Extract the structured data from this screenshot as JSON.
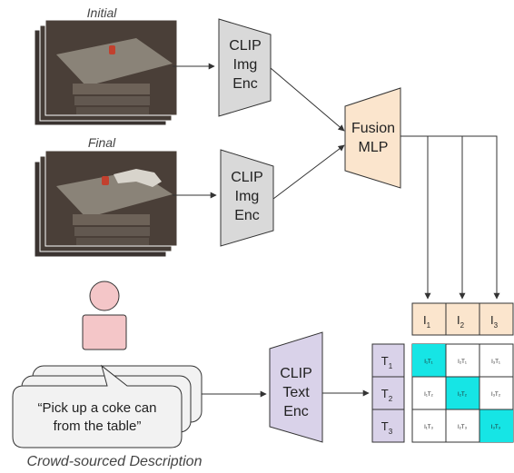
{
  "frames": {
    "initial_label": "Initial",
    "final_label": "Final"
  },
  "encoders": {
    "img_enc_top": [
      "CLIP",
      "Img",
      "Enc"
    ],
    "img_enc_bottom": [
      "CLIP",
      "Img",
      "Enc"
    ],
    "text_enc": [
      "CLIP",
      "Text",
      "Enc"
    ]
  },
  "fusion": [
    "Fusion",
    "MLP"
  ],
  "image_embeddings": [
    "I",
    "I",
    "I"
  ],
  "image_embedding_subscripts": [
    "1",
    "2",
    "3"
  ],
  "text_embeddings": [
    "T",
    "T",
    "T"
  ],
  "text_embedding_subscripts": [
    "1",
    "2",
    "3"
  ],
  "matrix": {
    "cells": [
      [
        "I₁T₁",
        "I₂T₁",
        "I₃T₁"
      ],
      [
        "I₁T₂",
        "I₂T₂",
        "I₃T₂"
      ],
      [
        "I₁T₃",
        "I₂T₃",
        "I₃T₃"
      ]
    ],
    "highlight_color": "#16e5e5"
  },
  "speech": {
    "line1": "“Pick up a coke can",
    "line2": "from the table”"
  },
  "caption": "Crowd-sourced Description",
  "colors": {
    "encoder_fill": "#d9d9d9",
    "fusion_fill": "#fbe5cd",
    "text_enc_fill": "#d9d2e9",
    "person_fill": "#f4c6c8",
    "speech_fill": "#f2f2f2"
  }
}
